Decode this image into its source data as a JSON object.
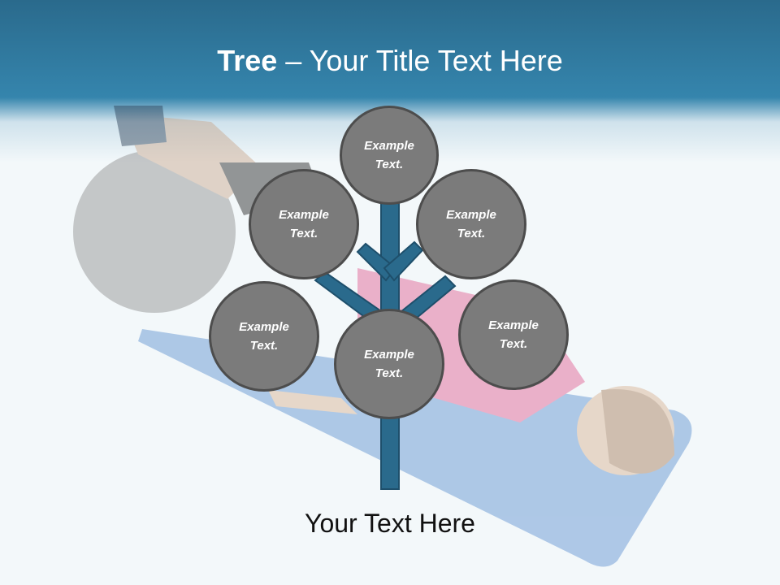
{
  "slide": {
    "title_bold": "Tree",
    "title_sep": " – ",
    "title_rest": "Your Title Text Here",
    "caption": "Your Text Here"
  },
  "nodes": [
    {
      "id": "top",
      "label": "Example Text."
    },
    {
      "id": "upper-left",
      "label": "Example Text."
    },
    {
      "id": "upper-right",
      "label": "Example Text."
    },
    {
      "id": "lower-left",
      "label": "Example Text."
    },
    {
      "id": "center",
      "label": "Example Text."
    },
    {
      "id": "lower-right",
      "label": "Example Text."
    }
  ],
  "colors": {
    "header": "#3585ad",
    "trunk": "#2a6a8c",
    "node_fill": "#7b7b7b",
    "node_border": "#4d4d4d",
    "background": "#f3f8fa"
  }
}
